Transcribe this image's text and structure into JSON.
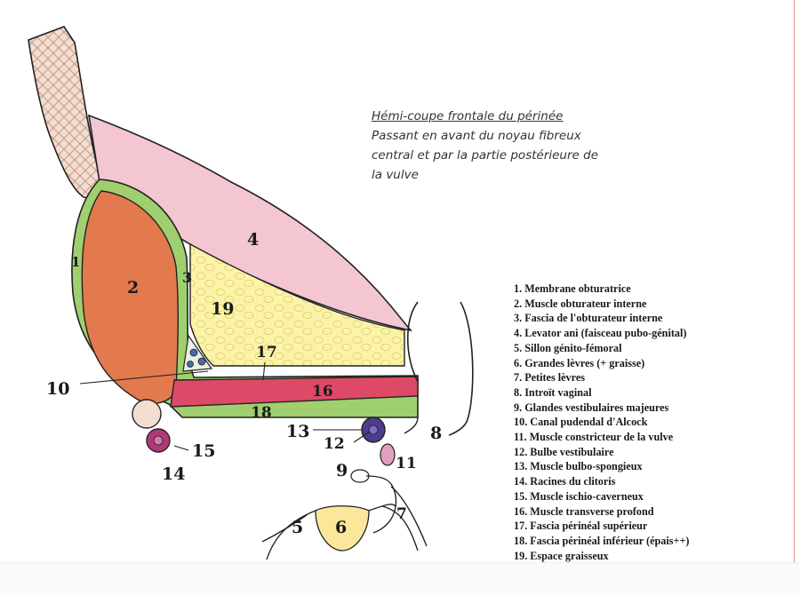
{
  "title": "Hémi-coupe frontale du périnée",
  "subtitle_lines": [
    "Passant en  avant  du  noyau  fibreux",
    "central et par la partie postérieure de",
    "la vulve"
  ],
  "labels": {
    "n1": "1",
    "n2": "2",
    "n3": "3",
    "n4": "4",
    "n5": "5",
    "n6": "6",
    "n7": "7",
    "n8": "8",
    "n9": "9",
    "n10": "10",
    "n11": "11",
    "n12": "12",
    "n13": "13",
    "n14": "14",
    "n15": "15",
    "n16": "16",
    "n17": "17",
    "n18": "18",
    "n19": "19"
  },
  "legend": [
    "1. Membrane obturatrice",
    "2. Muscle obturateur interne",
    "3. Fascia de l'obturateur interne",
    "4. Levator ani (faisceau pubo-génital)",
    "5. Sillon génito-fémoral",
    "6. Grandes lèvres (+ graisse)",
    "7. Petites lèvres",
    "8. Introït vaginal",
    "9. Glandes vestibulaires majeures",
    "10. Canal pudendal d'Alcock",
    "11. Muscle constricteur de la vulve",
    "12. Bulbe vestibulaire",
    "13. Muscle bulbo-spongieux",
    "14. Racines du clitoris",
    "15. Muscle ischio-caverneux",
    "16. Muscle transverse profond",
    "17. Fascia périnéal supérieur",
    "18. Fascia périnéal inférieur (épais++)",
    "19. Espace graisseux"
  ],
  "colors": {
    "bone": "#f3ddd0",
    "muscle_orange": "#e27a4e",
    "levator_pink": "#f3c6d2",
    "fascia_green": "#9fcf6e",
    "fat_yellow": "#fbf3a8",
    "transverse_red": "#dd4a67",
    "bulb_purple": "#4c3d8f",
    "clitoris_magenta": "#b03a78",
    "outline": "#222222"
  }
}
